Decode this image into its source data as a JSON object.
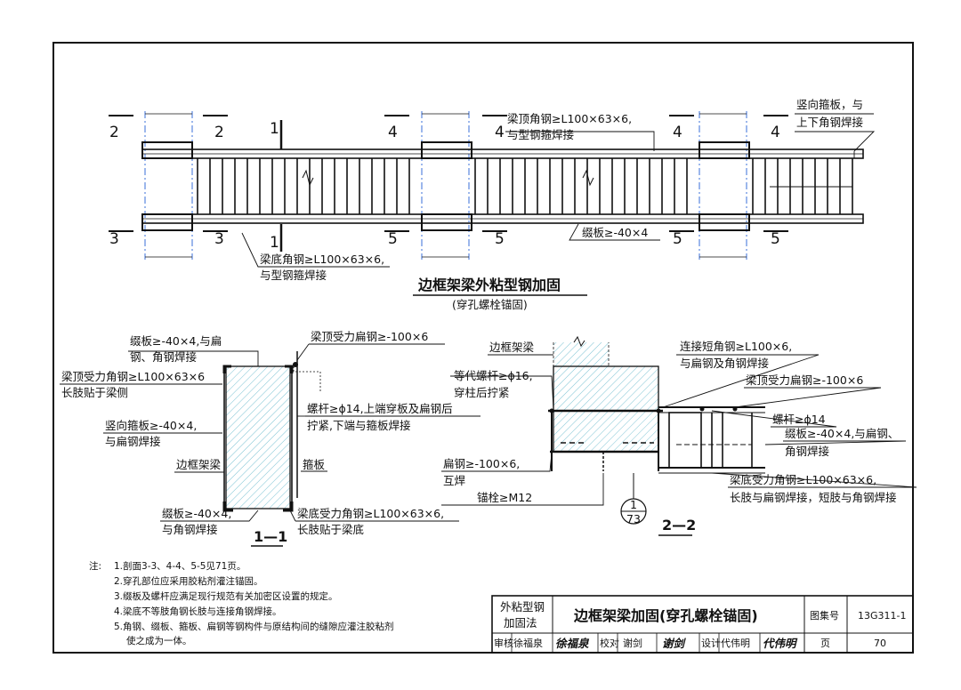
{
  "elevation": {
    "title": "边框架梁外粘型钢加固",
    "subtitle": "(穿孔螺栓锚固)",
    "cut_marks": {
      "s1": "1",
      "s2": "2",
      "s3": "3",
      "s4": "4",
      "s5": "5"
    },
    "callouts": {
      "top_angle": [
        "梁顶角钢≥L100×63×6,",
        "与型钢箍焊接"
      ],
      "vertical_hoop": [
        "竖向箍板，与",
        "上下角钢焊接"
      ],
      "batten": "缀板≥-40×4",
      "bottom_angle": [
        "梁底角钢≥L100×63×6,",
        "与型钢箍焊接"
      ]
    }
  },
  "section_1_1": {
    "title": "1—1",
    "callouts": {
      "batten_top": [
        "缀板≥-40×4,与扁",
        "钢、角钢焊接"
      ],
      "top_flat": "梁顶受力扁钢≥-100×6",
      "top_angle": [
        "梁顶受力角钢≥L100×63×6",
        "长肢贴于梁侧"
      ],
      "bolt": [
        "螺杆≥ϕ14,上端穿板及扁钢后",
        "拧紧,下端与箍板焊接"
      ],
      "vertical_hoop": [
        "竖向箍板≥-40×4,",
        "与扁钢焊接"
      ],
      "beam": "边框架梁",
      "hoop": "箍板",
      "batten_bottom": [
        "缀板≥-40×4,",
        "与角钢焊接"
      ],
      "bottom_angle": [
        "梁底受力角钢≥L100×63×6,",
        "长肢贴于梁底"
      ]
    }
  },
  "section_2_2": {
    "title": "2—2",
    "detail_ref": {
      "num": "1",
      "sheet": "73"
    },
    "callouts": {
      "beam": "边框架梁",
      "equiv_bolt": [
        "等代螺杆≥ϕ16,",
        "穿柱后拧紧"
      ],
      "short_angle": [
        "连接短角钢≥L100×6,",
        "与扁钢及角钢焊接"
      ],
      "top_flat": "梁顶受力扁钢≥-100×6",
      "bolt": "螺杆≥ϕ14",
      "batten": [
        "缀板≥-40×4,与扁钢、",
        "角钢焊接"
      ],
      "flat": [
        "扁钢≥-100×6,",
        "互焊"
      ],
      "anchor": "锚栓≥M12",
      "bottom_angle": [
        "梁底受力角钢≥L100×63×6,",
        "长肢与扁钢焊接，短肢与角钢焊接"
      ]
    }
  },
  "notes": {
    "label": "注:",
    "items": [
      "1.剖面3-3、4-4、5-5见71页。",
      "2.穿孔部位应采用胶粘剂灌注锚固。",
      "3.缀板及螺杆应满足现行规范有关加密区设置的规定。",
      "4.梁底不等肢角钢长肢与连接角钢焊接。",
      "5.角钢、缀板、箍板、扁钢等钢构件与原结构间的缝隙应灌注胶粘剂",
      "使之成为一体。"
    ]
  },
  "title_block": {
    "category": [
      "外粘型钢",
      "加固法"
    ],
    "drawing_title": "边框架梁加固(穿孔螺栓锚固)",
    "atlas_label": "图集号",
    "atlas_no": "13G311-1",
    "review_label": "审核",
    "reviewer": "徐福泉",
    "reviewer_sig": "徐福泉",
    "check_label": "校对",
    "checker": "谢剑",
    "checker_sig": "谢剑",
    "design_label": "设计",
    "designer": "代伟明",
    "designer_sig": "代伟明",
    "page_label": "页",
    "page_no": "70"
  },
  "colors": {
    "ink": "#111111",
    "hatch": "#3aa0b8",
    "column_line": "#3a6fd8"
  }
}
